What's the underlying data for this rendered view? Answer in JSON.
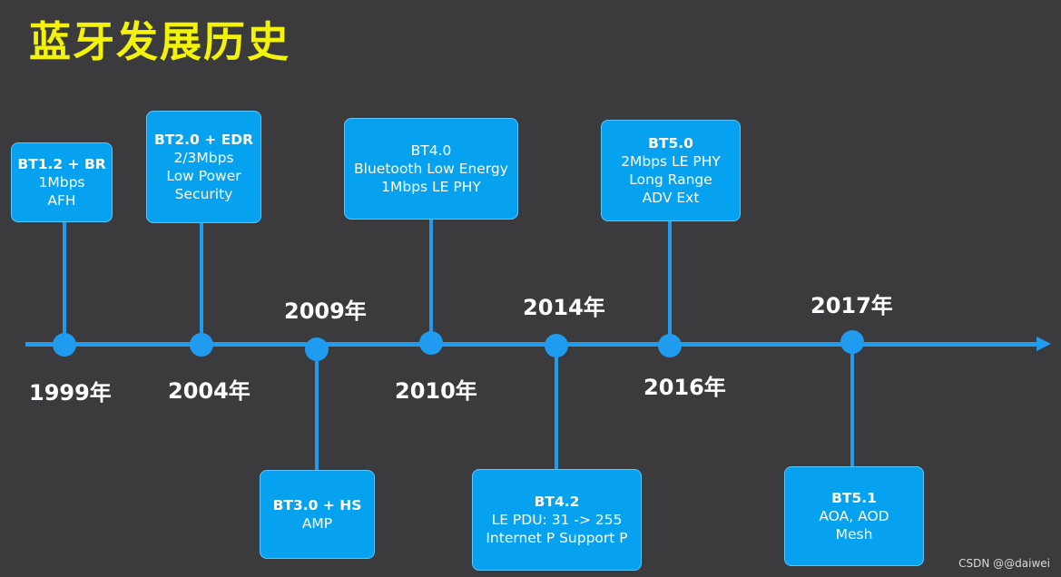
{
  "title": "蓝牙发展历史",
  "watermark": "CSDN @@daiwei",
  "colors": {
    "background": "#3b3b3d",
    "accent": "#1f9bf0",
    "card": "#07a2ef",
    "title": "#f2f20a"
  },
  "milestones": [
    {
      "year": "1999年",
      "card_title": "BT1.2 + BR",
      "lines": [
        "1Mbps",
        "AFH"
      ]
    },
    {
      "year": "2004年",
      "card_title": "BT2.0 + EDR",
      "lines": [
        "2/3Mbps",
        "Low Power",
        "Security"
      ]
    },
    {
      "year": "2009年",
      "card_title": "BT3.0 + HS",
      "lines": [
        "AMP"
      ]
    },
    {
      "year": "2010年",
      "card_title": "BT4.0",
      "lines": [
        "Bluetooth Low Energy",
        "1Mbps LE PHY"
      ]
    },
    {
      "year": "2014年",
      "card_title": "BT4.2",
      "lines": [
        "LE PDU: 31 -> 255",
        "Internet P Support P"
      ]
    },
    {
      "year": "2016年",
      "card_title": "BT5.0",
      "lines": [
        "2Mbps LE PHY",
        "Long Range",
        "ADV Ext"
      ]
    },
    {
      "year": "2017年",
      "card_title": "BT5.1",
      "lines": [
        "AOA, AOD",
        "Mesh"
      ]
    }
  ]
}
